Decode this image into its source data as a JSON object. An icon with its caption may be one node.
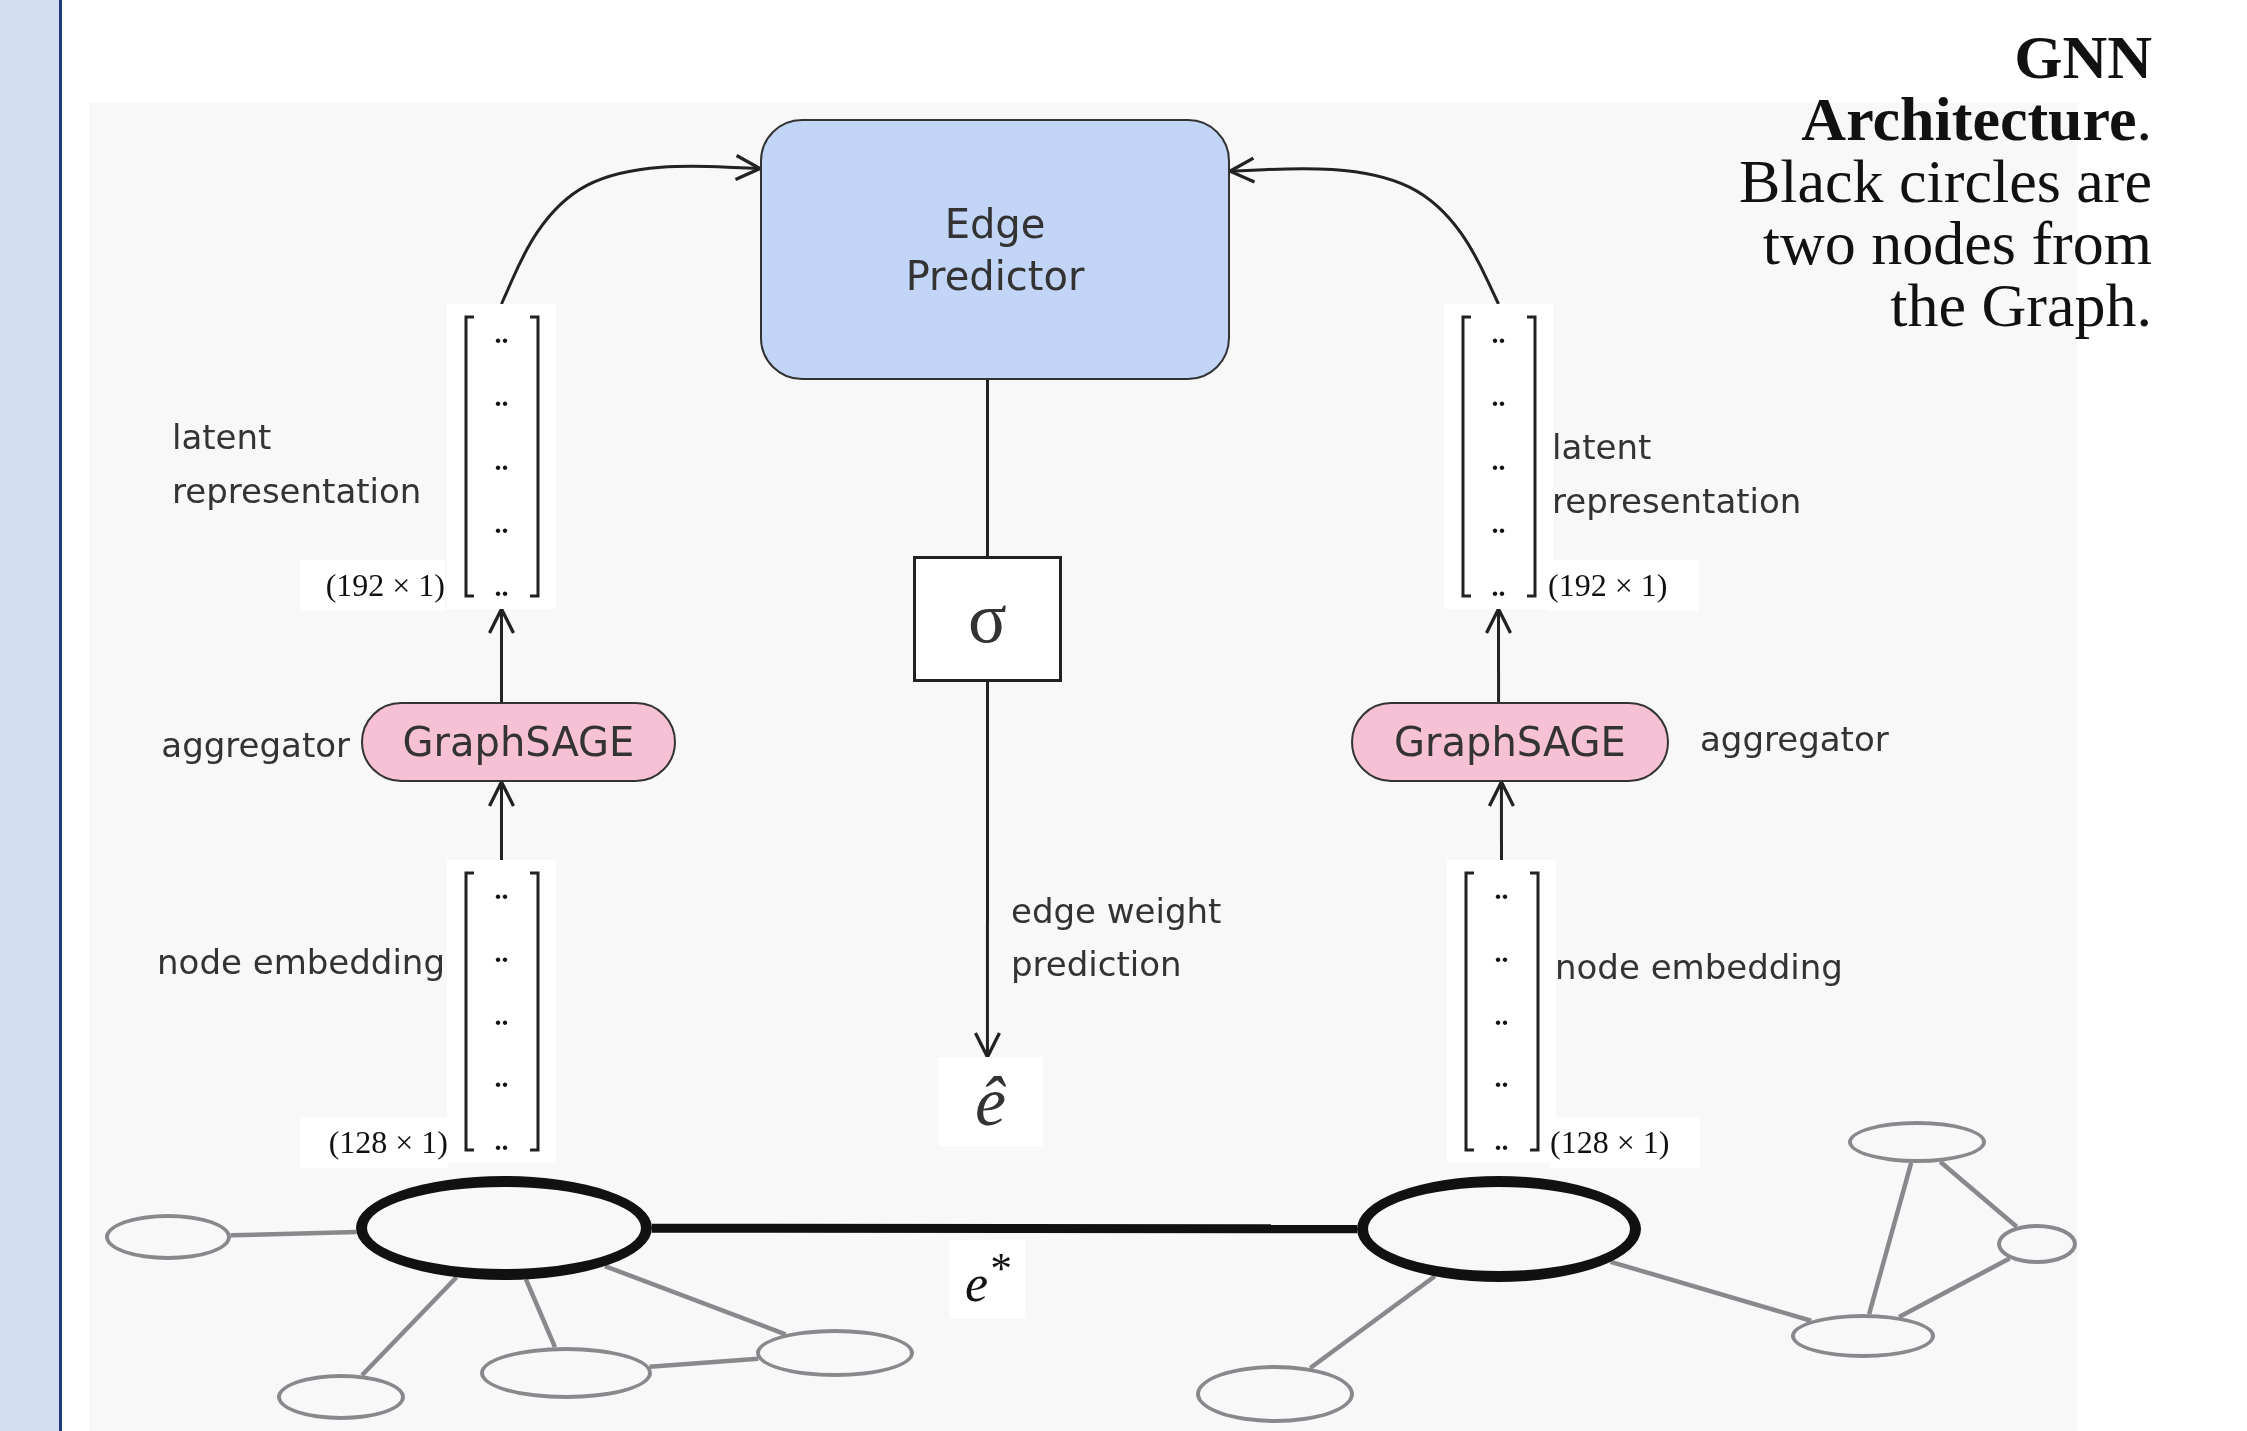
{
  "diagram": {
    "caption": "**GNN Architecture**. Black circles are two nodes from the Graph.",
    "nodes": [
      {
        "text": [
          "Edge Predictor"
        ]
      },
      {
        "text": [
          "..",
          "..",
          "..",
          "..",
          ".."
        ],
        "beside": [
          "latent representation",
          "(192 × 1)"
        ]
      },
      {
        "text": [
          "..",
          "..",
          "..",
          "..",
          ".."
        ],
        "beside": [
          "latent representation",
          "(192 × 1)"
        ]
      },
      {
        "text": [
          "σ"
        ]
      },
      {
        "text": [
          "GraphSAGE"
        ],
        "beside": [
          "aggregator"
        ]
      },
      {
        "text": [
          "GraphSAGE"
        ],
        "beside": [
          "aggregator"
        ]
      },
      {
        "text": [
          "..",
          "..",
          "..",
          "..",
          ".."
        ],
        "beside": [
          "node embedding",
          "(128 × 1)"
        ]
      },
      {
        "text": [
          "..",
          "..",
          "..",
          "..",
          ".."
        ],
        "beside": [
          "node embedding",
          "(128 × 1)"
        ]
      },
      {
        "text": [
          "ê"
        ]
      },
      {
        "text": [],
        "shape": "circle"
      },
      {
        "text": [],
        "shape": "circle"
      },
      {
        "text": [],
        "shape": "circle"
      },
      {
        "text": [],
        "shape": "circle"
      },
      {
        "text": [],
        "shape": "circle"
      },
      {
        "text": [],
        "shape": "circle"
      },
      {
        "text": [],
        "shape": "circle"
      },
      {
        "text": [],
        "shape": "circle"
      },
      {
        "text": [],
        "shape": "circle"
      },
      {
        "text": [],
        "shape": "circle"
      }
    ],
    "edges": [
      {
        "from": 1,
        "to": 0,
        "arrow": "to",
        "color": "#222222"
      },
      {
        "from": 2,
        "to": 0,
        "arrow": "to",
        "color": "#222222"
      },
      {
        "from": 4,
        "to": 1,
        "arrow": "to",
        "color": "#222222"
      },
      {
        "from": 5,
        "to": 2,
        "arrow": "to",
        "color": "#222222"
      },
      {
        "from": 6,
        "to": 4,
        "arrow": "to",
        "color": "#222222"
      },
      {
        "from": 7,
        "to": 5,
        "arrow": "to",
        "color": "#222222"
      },
      {
        "from": 0,
        "to": 3,
        "arrow": "none",
        "color": "#222222"
      },
      {
        "from": 3,
        "to": 8,
        "arrow": "to",
        "label": "edge weight prediction",
        "color": "#222222"
      },
      {
        "from": 9,
        "to": 10,
        "arrow": "none",
        "label": "e$^{*}$",
        "style": "thick",
        "color": "#111111"
      },
      {
        "from": 9,
        "to": 11,
        "arrow": "none",
        "color": "#87898d"
      },
      {
        "from": 9,
        "to": 12,
        "arrow": "none",
        "color": "#87898d"
      },
      {
        "from": 9,
        "to": 13,
        "arrow": "none",
        "color": "#87898d"
      },
      {
        "from": 9,
        "to": 14,
        "arrow": "none",
        "color": "#87898d"
      },
      {
        "from": 13,
        "to": 14,
        "arrow": "none",
        "color": "#87898d"
      },
      {
        "from": 10,
        "to": 15,
        "arrow": "none",
        "color": "#87898d"
      },
      {
        "from": 10,
        "to": 16,
        "arrow": "none",
        "color": "#87898d"
      },
      {
        "from": 16,
        "to": 17,
        "arrow": "none",
        "color": "#87898d"
      },
      {
        "from": 16,
        "to": 18,
        "arrow": "none",
        "color": "#87898d"
      },
      {
        "from": 17,
        "to": 18,
        "arrow": "none",
        "color": "#87898d"
      }
    ]
  }
}
